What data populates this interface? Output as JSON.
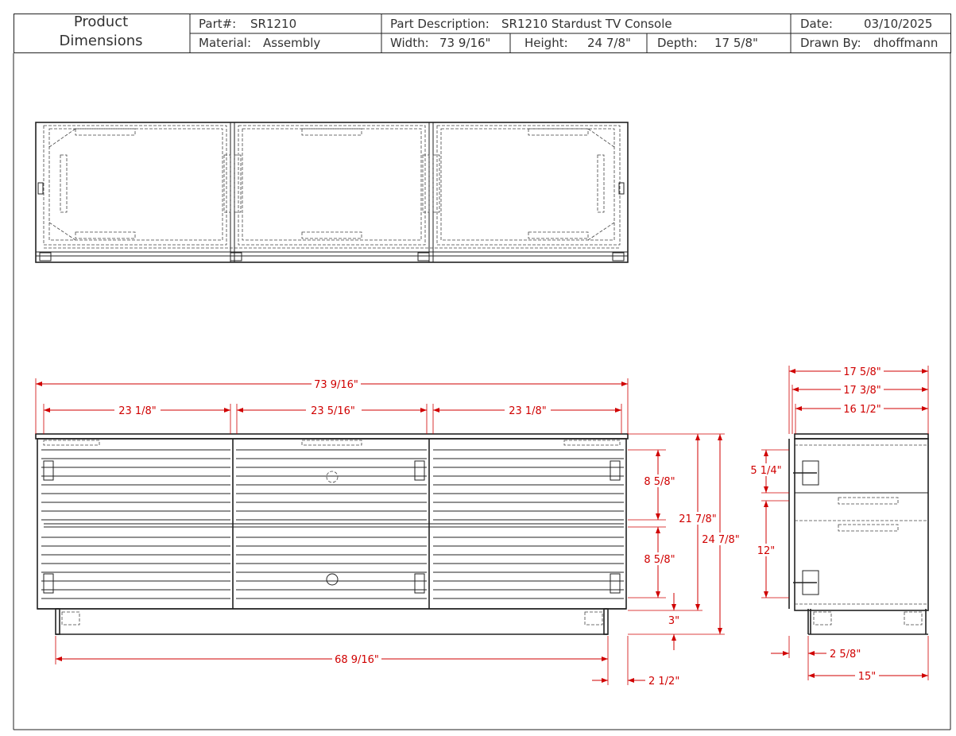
{
  "title_block": {
    "title": "Product\nDimensions",
    "title_line1": "Product",
    "title_line2": "Dimensions",
    "part_label": "Part#:",
    "part_value": "SR1210",
    "material_label": "Material:",
    "material_value": "Assembly",
    "description_label": "Part Description:",
    "description_value": "SR1210 Stardust TV Console",
    "width_label": "Width:",
    "width_value": "73 9/16\"",
    "height_label": "Height:",
    "height_value": "24 7/8\"",
    "depth_label": "Depth:",
    "depth_value": "17 5/8\"",
    "date_label": "Date:",
    "date_value": "03/10/2025",
    "drawn_label": "Drawn By:",
    "drawn_value": "dhoffmann"
  },
  "dimensions": {
    "overall_width": "73 9/16\"",
    "left_section": "23 1/8\"",
    "middle_section": "23 5/16\"",
    "right_section": "23 1/8\"",
    "leg_span": "68 9/16\"",
    "leg_inset": "2 1/2\"",
    "drawer_upper": "8 5/8\"",
    "drawer_lower": "8 5/8\"",
    "cabinet_height": "21 7/8\"",
    "overall_height": "24 7/8\"",
    "leg_height": "3\"",
    "depth_overall": "17 5/8\"",
    "depth_inner": "17 3/8\"",
    "depth_box": "16 1/2\"",
    "side_upper": "5 1/4\"",
    "side_lower": "12\"",
    "side_leg_inset": "2 5/8\"",
    "side_leg_span": "15\""
  }
}
